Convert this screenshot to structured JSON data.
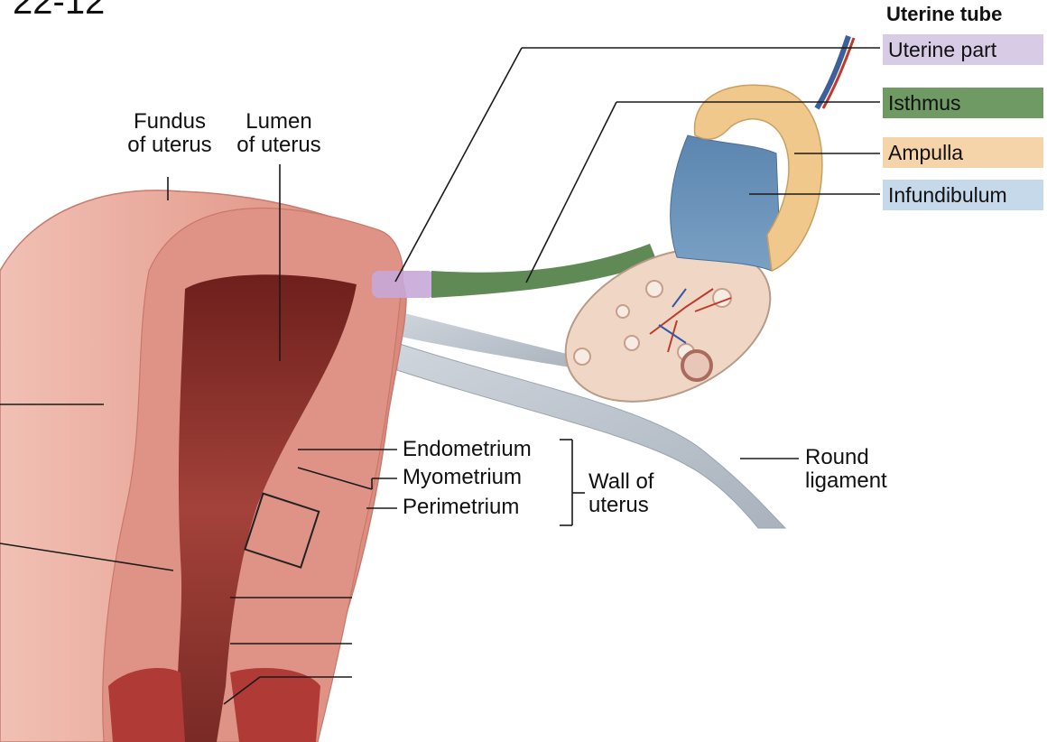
{
  "figure_number": "22-12",
  "uterine_tube": {
    "heading": "Uterine tube",
    "parts": [
      {
        "label": "Uterine part",
        "color": "#d7cbe6"
      },
      {
        "label": "Isthmus",
        "color": "#6f9a63"
      },
      {
        "label": "Ampulla",
        "color": "#f4d4a8"
      },
      {
        "label": "Infundibulum",
        "color": "#c6d9ea"
      }
    ]
  },
  "labels": {
    "fundus": [
      "Fundus",
      "of uterus"
    ],
    "lumen": [
      "Lumen",
      "of uterus"
    ],
    "endometrium": "Endometrium",
    "myometrium": "Myometrium",
    "perimetrium": "Perimetrium",
    "wall": [
      "Wall of",
      "uterus"
    ],
    "round_ligament": [
      "Round",
      "ligament"
    ]
  },
  "colors": {
    "uterus_outer": "#e9a99a",
    "uterus_wall": "#dd8f82",
    "cavity": "#9c3a34",
    "ovary": "#f1d8c8",
    "ligament": "#b9c2cc",
    "leader_line": "#1a1a1a"
  }
}
